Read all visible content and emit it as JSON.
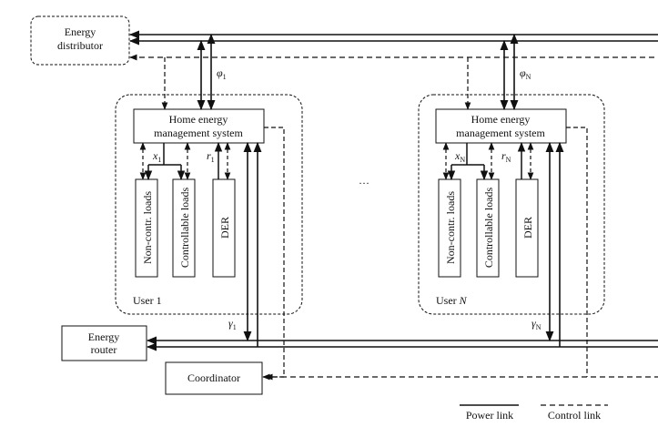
{
  "nodes": {
    "energy_distributor": [
      "Energy",
      "distributor"
    ],
    "hems": [
      "Home energy",
      "management system"
    ],
    "non_contr_loads": "Non-contr. loads",
    "controllable_loads": "Controllable loads",
    "der": "DER",
    "energy_router": [
      "Energy",
      "router"
    ],
    "coordinator": "Coordinator"
  },
  "users": [
    {
      "label": "User ",
      "index": "1"
    },
    {
      "label": "User ",
      "index": "N"
    }
  ],
  "ellipsis": "···",
  "symbols": {
    "phi": "φ",
    "x": "x",
    "r": "r",
    "gamma": "γ"
  },
  "legend": {
    "power": "Power link",
    "control": "Control link"
  }
}
